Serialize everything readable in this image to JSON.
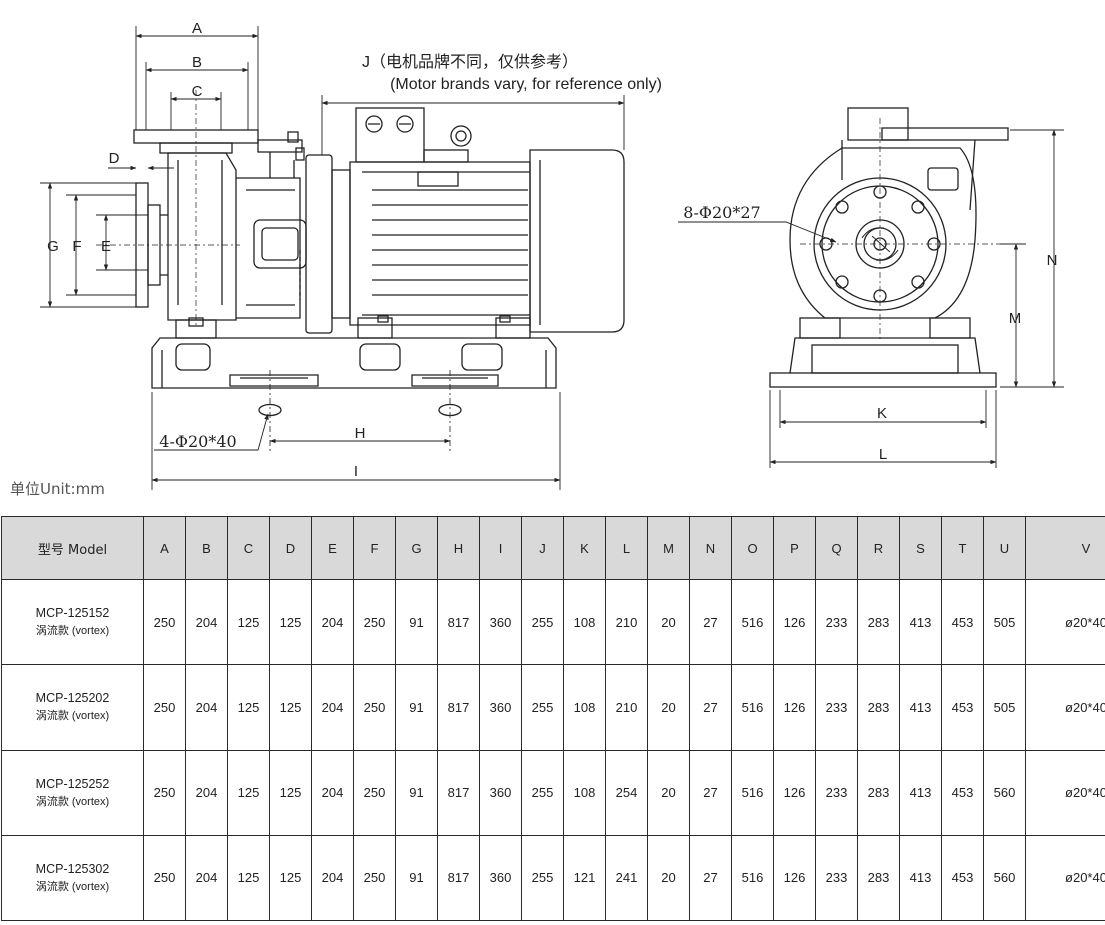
{
  "drawing": {
    "side_labels": [
      "A",
      "B",
      "C",
      "D",
      "G",
      "F",
      "E",
      "H",
      "I"
    ],
    "j_label": "J（电机品牌不同，仅供参考）",
    "j_label_en": "(Motor brands vary, for reference only)",
    "front_labels": [
      "N",
      "M",
      "K",
      "L"
    ],
    "base_hole_callout": "4-Φ20*40",
    "flange_hole_callout": "8-Φ20*27"
  },
  "unit_label": "单位Unit:mm",
  "table": {
    "model_header": "型号 Model",
    "columns": [
      "A",
      "B",
      "C",
      "D",
      "E",
      "F",
      "G",
      "H",
      "I",
      "J",
      "K",
      "L",
      "M",
      "N",
      "O",
      "P",
      "Q",
      "R",
      "S",
      "T",
      "U",
      "V"
    ],
    "rows": [
      {
        "model": "MCP-125152",
        "type": "涡流款 (vortex)",
        "values": [
          "250",
          "204",
          "125",
          "125",
          "204",
          "250",
          "91",
          "817",
          "360",
          "255",
          "108",
          "210",
          "20",
          "27",
          "516",
          "126",
          "233",
          "283",
          "413",
          "453",
          "505",
          "ø20*40"
        ]
      },
      {
        "model": "MCP-125202",
        "type": "涡流款 (vortex)",
        "values": [
          "250",
          "204",
          "125",
          "125",
          "204",
          "250",
          "91",
          "817",
          "360",
          "255",
          "108",
          "210",
          "20",
          "27",
          "516",
          "126",
          "233",
          "283",
          "413",
          "453",
          "505",
          "ø20*40"
        ]
      },
      {
        "model": "MCP-125252",
        "type": "涡流款 (vortex)",
        "values": [
          "250",
          "204",
          "125",
          "125",
          "204",
          "250",
          "91",
          "817",
          "360",
          "255",
          "108",
          "254",
          "20",
          "27",
          "516",
          "126",
          "233",
          "283",
          "413",
          "453",
          "560",
          "ø20*40"
        ]
      },
      {
        "model": "MCP-125302",
        "type": "涡流款 (vortex)",
        "values": [
          "250",
          "204",
          "125",
          "125",
          "204",
          "250",
          "91",
          "817",
          "360",
          "255",
          "121",
          "241",
          "20",
          "27",
          "516",
          "126",
          "233",
          "283",
          "413",
          "453",
          "560",
          "ø20*40"
        ]
      }
    ]
  }
}
